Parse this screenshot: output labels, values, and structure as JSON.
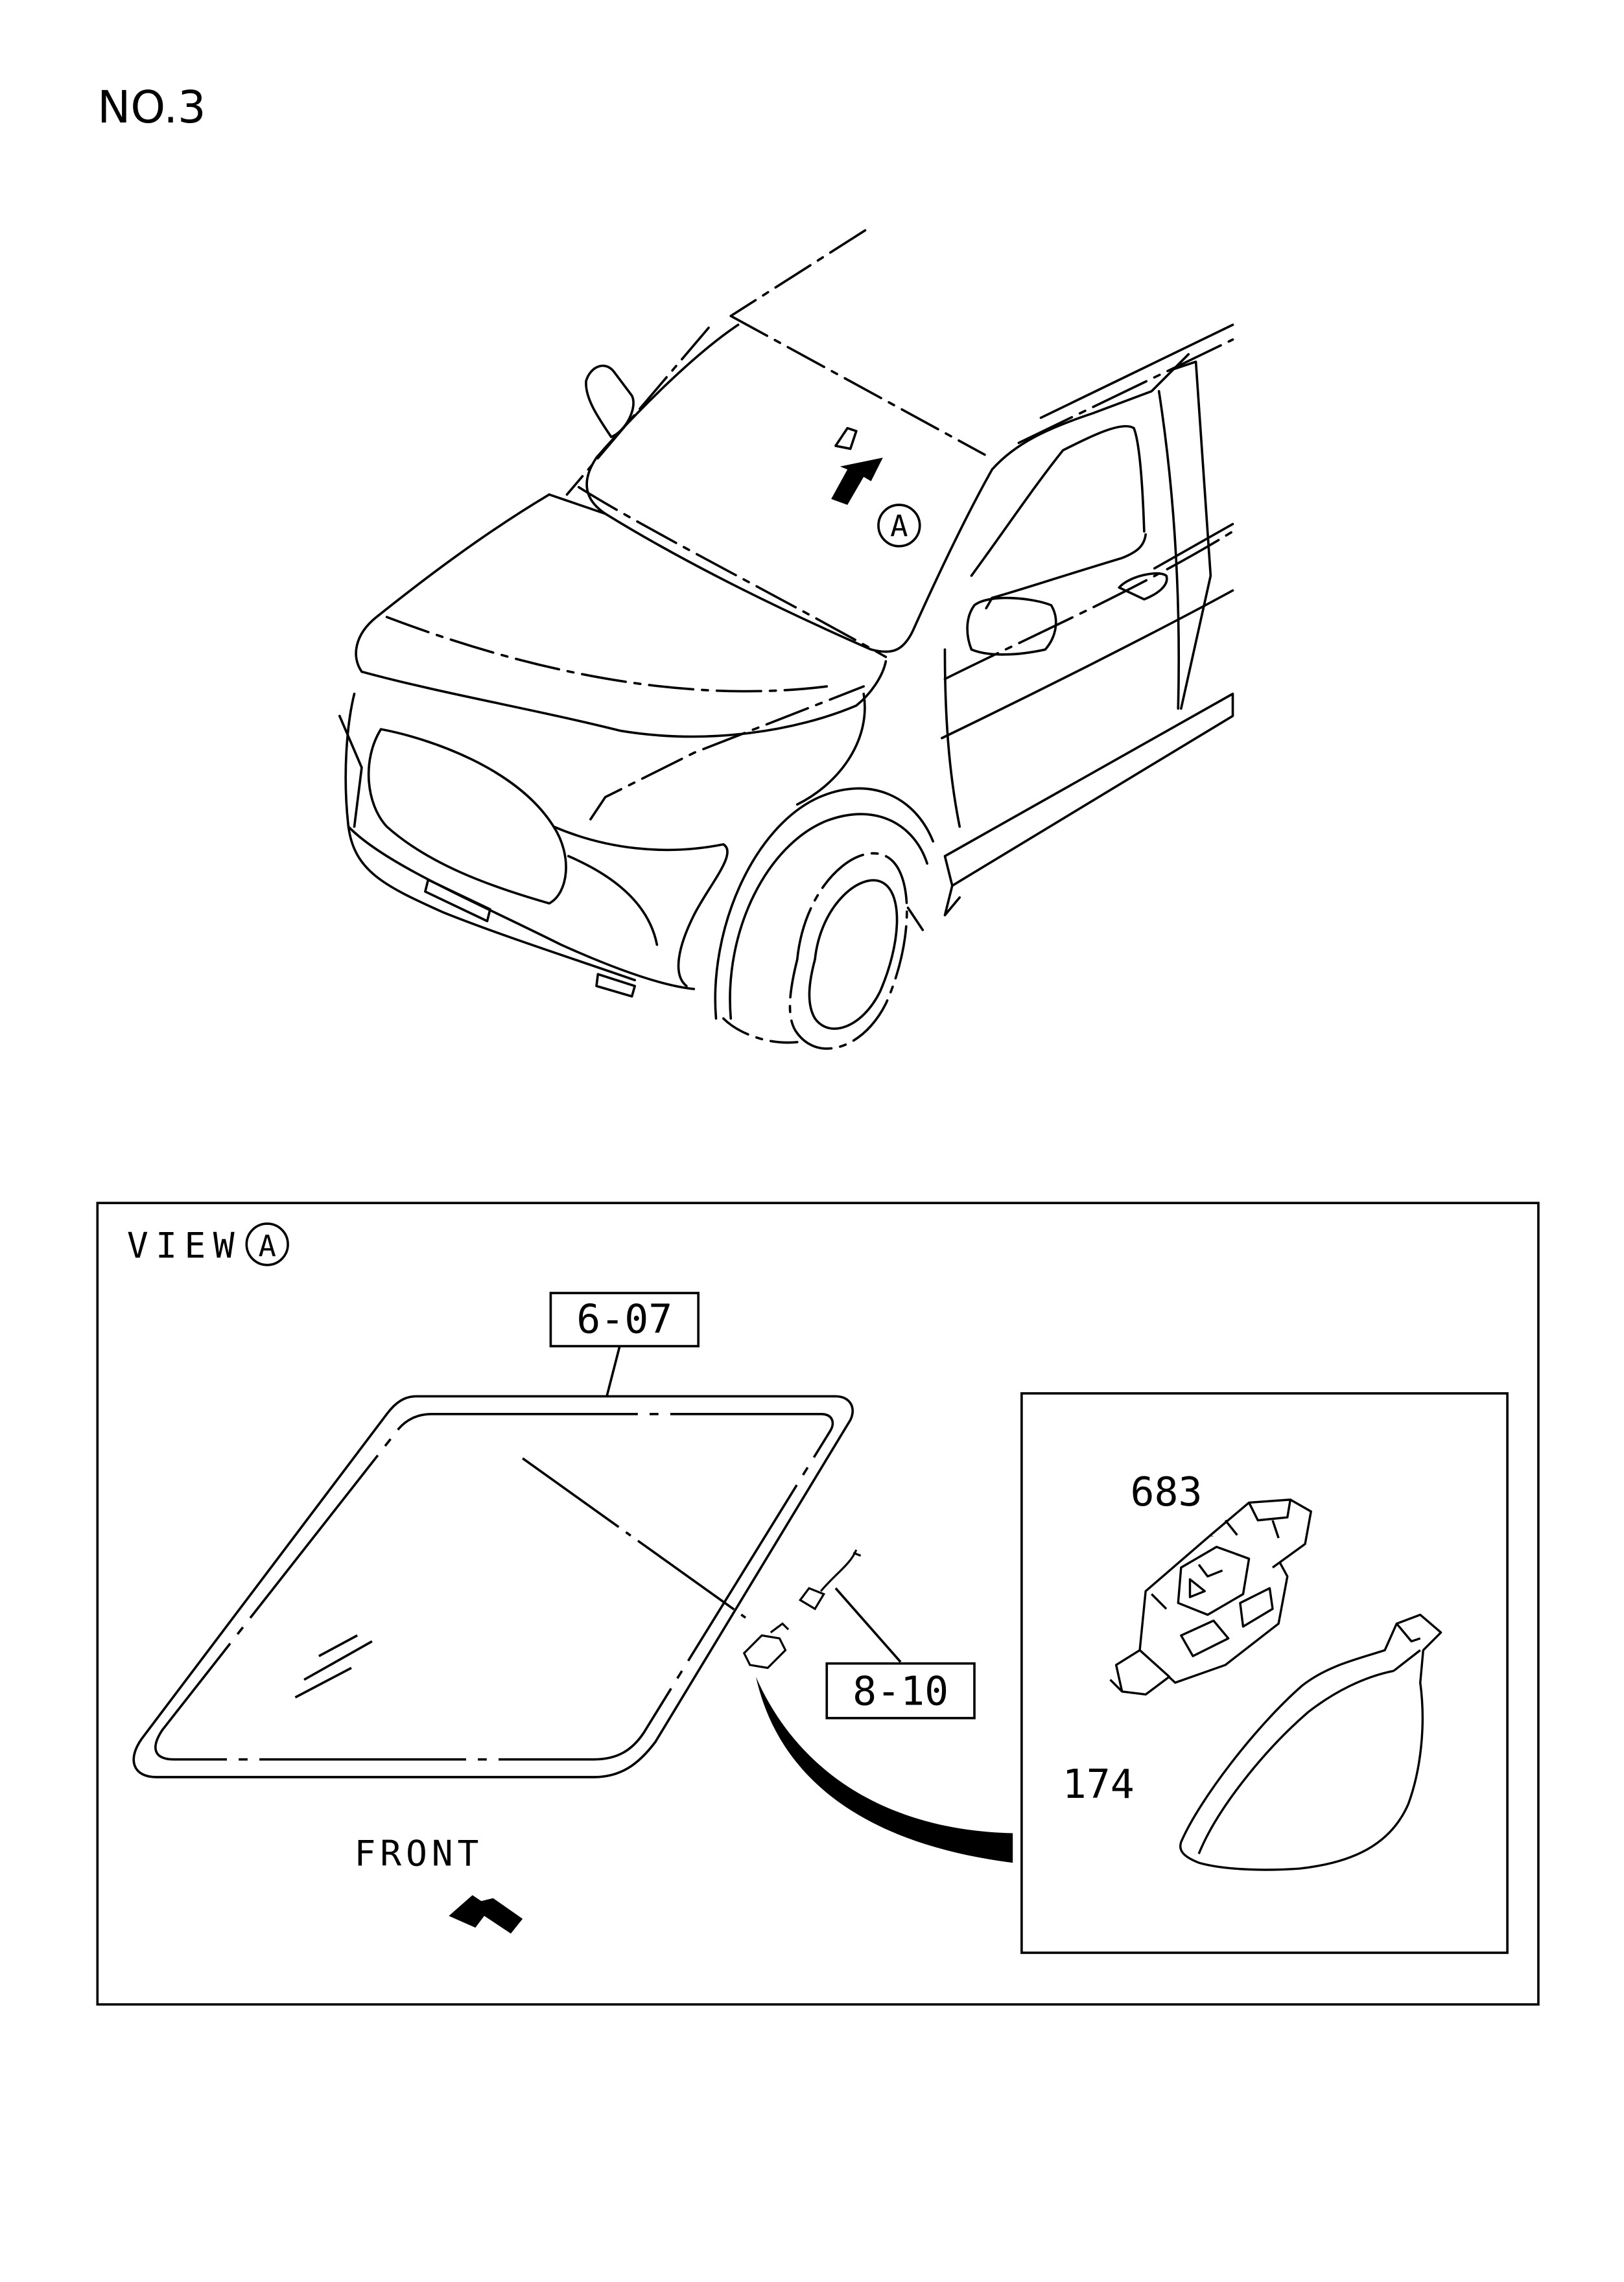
{
  "page": {
    "number": "NO.3"
  },
  "overview": {
    "view_marker": "A"
  },
  "view": {
    "label": "VIEW",
    "marker": "A",
    "front_label": "FRONT"
  },
  "callouts": {
    "windshield_ref": "6-07",
    "harness_ref": "8-10",
    "sensor_part": "683",
    "cover_part": "174"
  },
  "colors": {
    "ink": "#000000",
    "paper": "#ffffff"
  },
  "icons": {
    "overview_arrow": "view-direction-arrow-icon",
    "front_arrow": "front-direction-arrow-icon"
  }
}
